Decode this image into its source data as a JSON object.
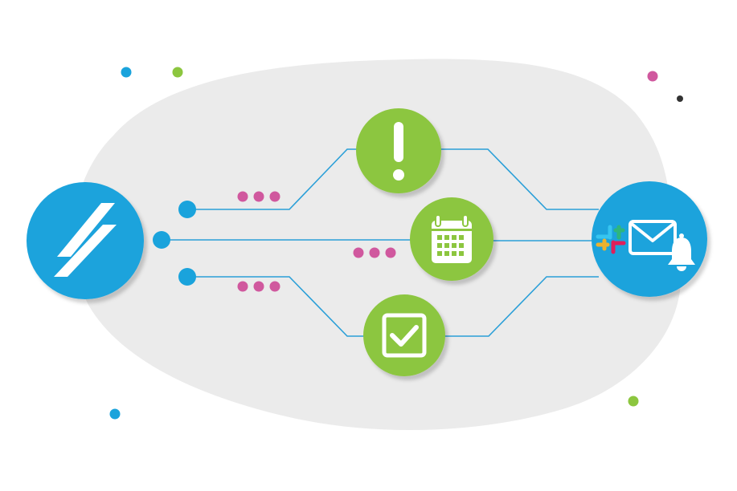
{
  "diagram": {
    "source": {
      "icon": "double-slash-logo-icon"
    },
    "branches": [
      {
        "id": "alert",
        "icon": "exclamation-icon"
      },
      {
        "id": "calendar",
        "icon": "calendar-icon"
      },
      {
        "id": "task",
        "icon": "checkbox-icon"
      }
    ],
    "target": {
      "icons": [
        "slack-icon",
        "mail-icon",
        "bell-icon"
      ]
    },
    "colors": {
      "blob": "#ebebeb",
      "primary_blue": "#1aa3dc",
      "connector_blue": "#2a9fd8",
      "green": "#8cc63f",
      "magenta": "#d0589e",
      "dark": "#333333"
    }
  }
}
